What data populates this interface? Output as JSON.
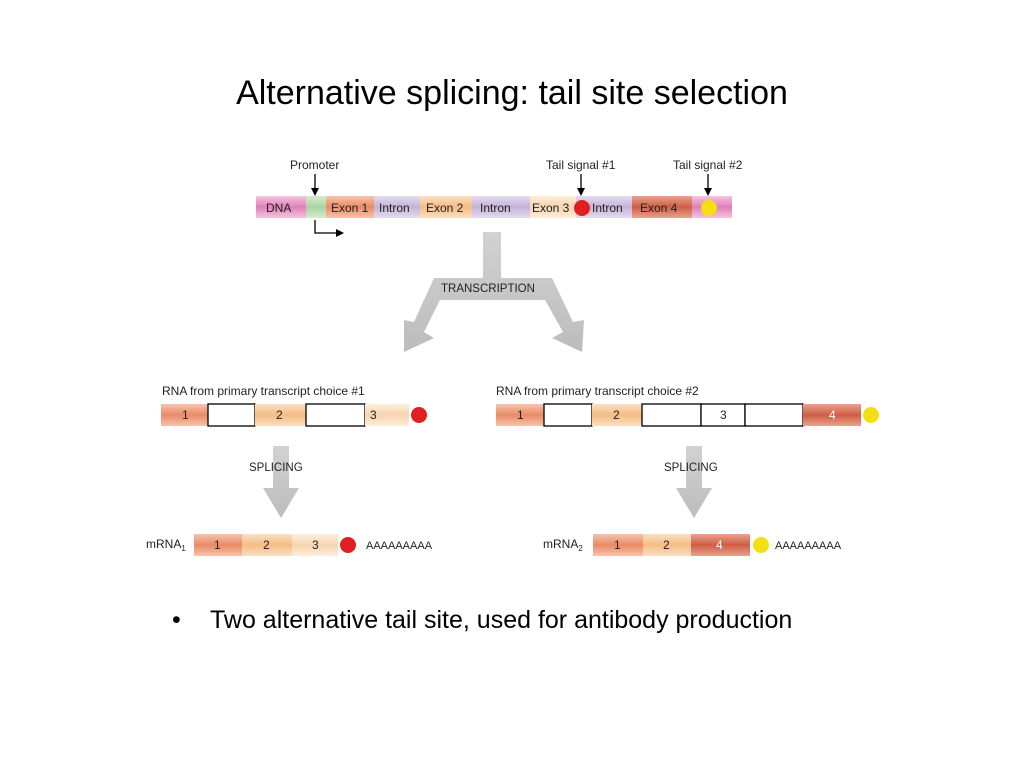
{
  "slide": {
    "title": "Alternative splicing: tail site selection",
    "bullet": "Two alternative tail site, used for antibody production"
  },
  "diagram": {
    "labels": {
      "promoter": "Promoter",
      "tail_signal_1": "Tail signal #1",
      "tail_signal_2": "Tail signal #2",
      "transcription": "TRANSCRIPTION",
      "splicing_left": "SPLICING",
      "splicing_right": "SPLICING",
      "rna_choice_1": "RNA from primary transcript choice #1",
      "rna_choice_2": "RNA from primary transcript choice #2",
      "mrna1": "mRNA",
      "mrna1_sub": "1",
      "mrna2": "mRNA",
      "mrna2_sub": "2",
      "polya_1": "AAAAAAAAA",
      "polya_2": "AAAAAAAAA"
    },
    "dna_segments": [
      "DNA",
      "Exon 1",
      "Intron",
      "Exon 2",
      "Intron",
      "Exon 3",
      "Intron",
      "Exon 4"
    ],
    "rna1_segments": [
      "1",
      "2",
      "3"
    ],
    "rna2_segments": [
      "1",
      "2",
      "3",
      "4"
    ],
    "mrna1_segments": [
      "1",
      "2",
      "3"
    ],
    "mrna2_segments": [
      "1",
      "2",
      "4"
    ],
    "colors": {
      "dna_pink": "#e8a0c8",
      "promoter_green": "#b8dcb0",
      "exon1": "#ec9a78",
      "intron": "#cfc0de",
      "exon2": "#f6c896",
      "exon3": "#f9dcbc",
      "exon4": "#d86a50",
      "tail1_red": "#e02020",
      "tail2_yellow": "#f4e010",
      "arrow_gray": "#c8c8c8"
    }
  }
}
